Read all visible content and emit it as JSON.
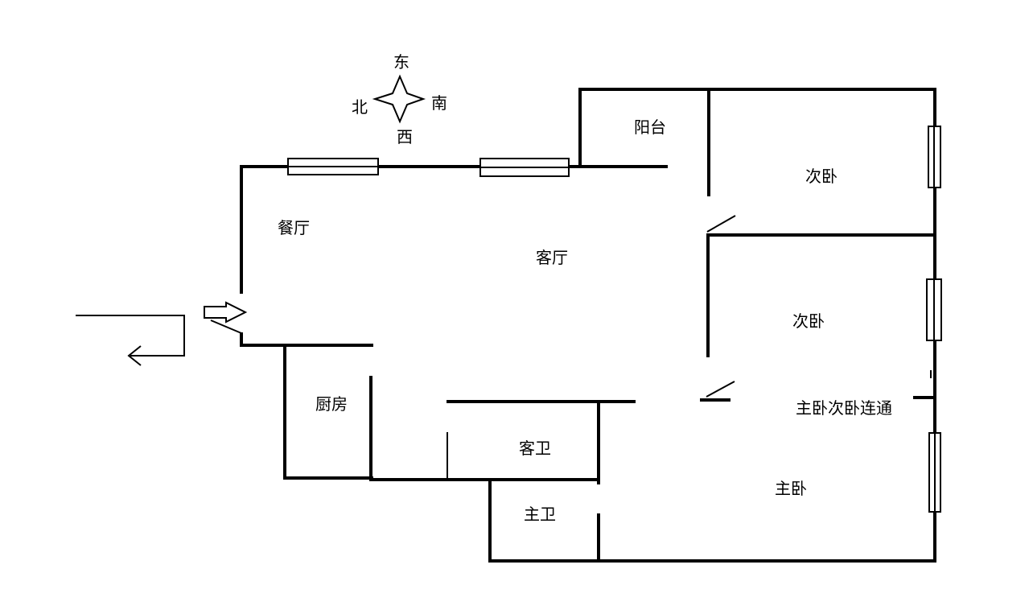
{
  "compass": {
    "north": "北",
    "east": "东",
    "south": "南",
    "west": "西"
  },
  "rooms": {
    "balcony": "阳台",
    "bedroom2_top": "次卧",
    "dining": "餐厅",
    "living": "客厅",
    "bedroom2_mid": "次卧",
    "kitchen": "厨房",
    "master_link": "主卧次卧连通",
    "guest_bath": "客卫",
    "master_bath": "主卫",
    "master_bedroom": "主卧"
  }
}
